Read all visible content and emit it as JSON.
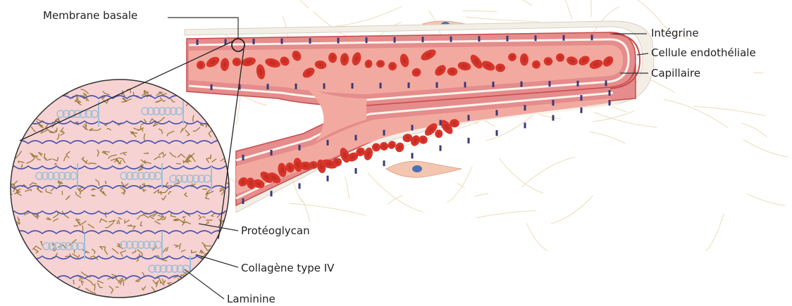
{
  "labels": {
    "membrane_basale": "Membrane basale",
    "integrine": "Intégrine",
    "cellule_endotheliale": "Cellule endothéliale",
    "capillaire": "Capillaire",
    "proteoglycan": "Protéoglycan",
    "collagene": "Collagène type IV",
    "laminine": "Laminine"
  },
  "colors": {
    "wall": "#e58c8c",
    "wall_dark": "#c84a4a",
    "lumen": "#f2aaa0",
    "blood_cell": "#d8342a",
    "basement": "#f4efe6",
    "fibers": "#e8d4a8",
    "inset_bg": "#f7d2d2",
    "collagen": "#4a55b0",
    "laminin": "#9ec0d8",
    "proteoglycan": "#9c7a3c",
    "fibroblast": "#f4c6b0",
    "nucleus": "#4a6fb8"
  }
}
